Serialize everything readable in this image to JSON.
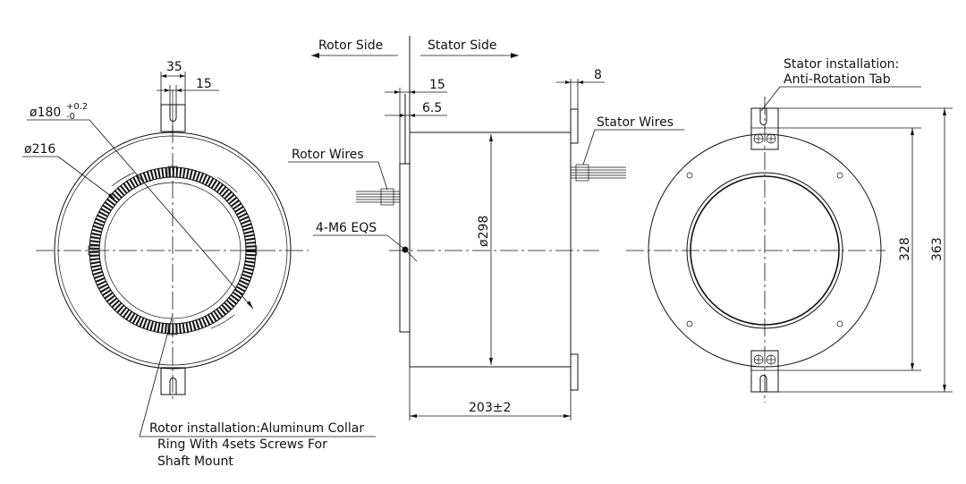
{
  "labels": {
    "rotor_side": "Rotor Side",
    "stator_side": "Stator Side",
    "rotor_wires": "Rotor Wires",
    "stator_wires": "Stator Wires",
    "screws": "4-M6 EQS",
    "stator_install_1": "Stator installation:",
    "stator_install_2": "Anti-Rotation Tab",
    "rotor_install_1": "Rotor installation:Aluminum Collar",
    "rotor_install_2": "Ring With 4sets Screws For",
    "rotor_install_3": "Shaft Mount"
  },
  "dimensions": {
    "d35": "35",
    "d15_left": "15",
    "d180": "ø180",
    "d180_tol_plus": "+0.2",
    "d180_tol_minus": "-0",
    "d216": "ø216",
    "d15_mid": "15",
    "d6_5": "6.5",
    "d8": "8",
    "d298": "ø298",
    "d203": "203±2",
    "d328": "328",
    "d363": "363"
  }
}
